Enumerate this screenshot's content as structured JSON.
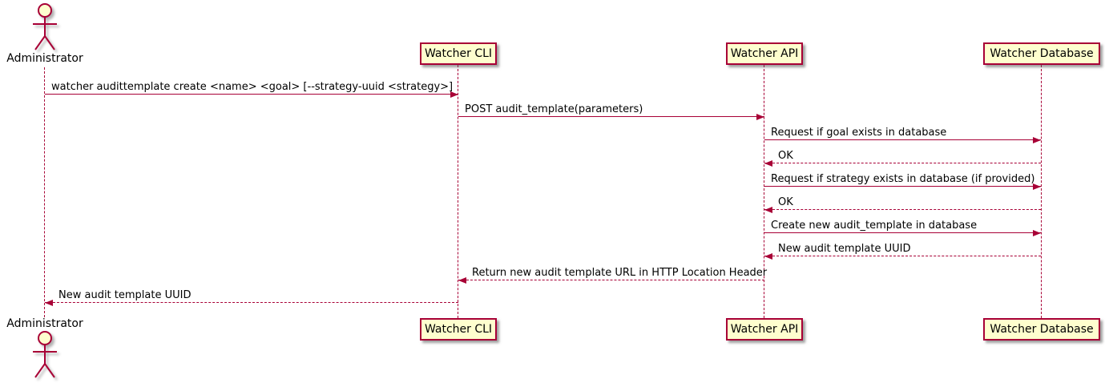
{
  "diagram": {
    "type": "uml-sequence-diagram",
    "colors": {
      "line": "#A80036",
      "participant_fill": "#FEFECE",
      "participant_border": "#A80036",
      "text": "#000000",
      "background": "#FFFFFF"
    },
    "actor": {
      "name": "Administrator"
    },
    "participants": [
      {
        "label": "Watcher CLI"
      },
      {
        "label": "Watcher API"
      },
      {
        "label": "Watcher Database"
      }
    ],
    "messages": [
      {
        "from": "Administrator",
        "to": "Watcher CLI",
        "line": "solid",
        "label": "watcher audittemplate create <name> <goal> [--strategy-uuid <strategy>]"
      },
      {
        "from": "Watcher CLI",
        "to": "Watcher API",
        "line": "solid",
        "label": "POST audit_template(parameters)"
      },
      {
        "from": "Watcher API",
        "to": "Watcher Database",
        "line": "solid",
        "label": "Request if goal exists in database"
      },
      {
        "from": "Watcher Database",
        "to": "Watcher API",
        "line": "dashed",
        "label": "OK"
      },
      {
        "from": "Watcher API",
        "to": "Watcher Database",
        "line": "solid",
        "label": "Request if strategy exists in database (if provided)"
      },
      {
        "from": "Watcher Database",
        "to": "Watcher API",
        "line": "dashed",
        "label": "OK"
      },
      {
        "from": "Watcher API",
        "to": "Watcher Database",
        "line": "solid",
        "label": "Create new audit_template in database"
      },
      {
        "from": "Watcher Database",
        "to": "Watcher API",
        "line": "dashed",
        "label": "New audit template UUID"
      },
      {
        "from": "Watcher API",
        "to": "Watcher CLI",
        "line": "dashed",
        "label": "Return new audit template URL in HTTP Location Header"
      },
      {
        "from": "Watcher CLI",
        "to": "Administrator",
        "line": "dashed",
        "label": "New audit template UUID"
      }
    ]
  }
}
